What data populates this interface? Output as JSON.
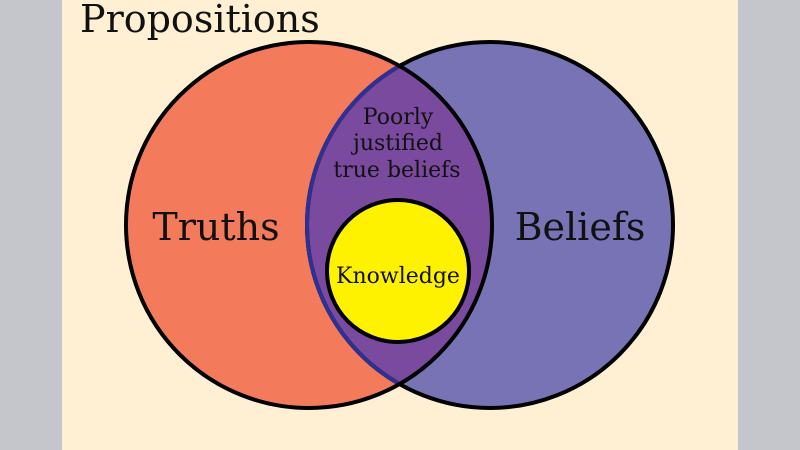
{
  "title": "Propositions",
  "sets": {
    "truths": {
      "label": "Truths",
      "color": "#f47a5c"
    },
    "beliefs": {
      "label": "Beliefs",
      "color": "#7873b4"
    },
    "intersection": {
      "label_lines": [
        "Poorly",
        "justified",
        "true beliefs"
      ],
      "color": "#7a4a9e"
    },
    "knowledge": {
      "label": "Knowledge",
      "color": "#fff200"
    }
  },
  "colors": {
    "background": "#fff0d4",
    "outer": "#c4c6cb",
    "intersection_border": "#2e3192"
  }
}
